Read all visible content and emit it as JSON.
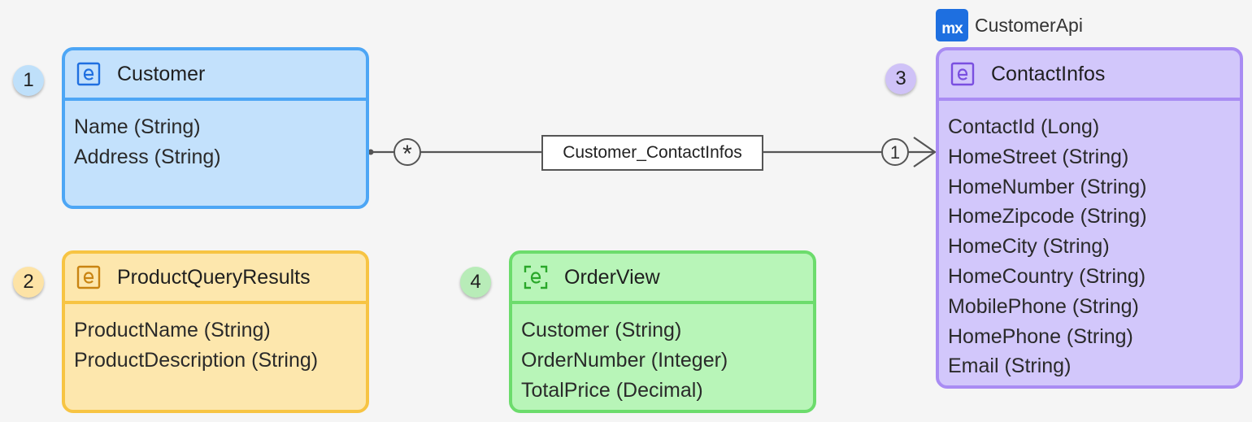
{
  "module": {
    "name": "CustomerApi",
    "logo_text": "mx",
    "logo_color": "#1e6fe0"
  },
  "badges": [
    "1",
    "2",
    "3",
    "4"
  ],
  "entities": {
    "customer": {
      "name": "Customer",
      "icon": "entity-icon",
      "colors": {
        "border": "#4da6f5",
        "fill": "#c3e1fc",
        "icon": "#1f6fe0"
      },
      "attributes": [
        "Name (String)",
        "Address (String)"
      ]
    },
    "product_query_results": {
      "name": "ProductQueryResults",
      "icon": "entity-icon",
      "colors": {
        "border": "#f7c443",
        "fill": "#fde7ad",
        "icon": "#c98412"
      },
      "attributes": [
        "ProductName (String)",
        "ProductDescription (String)"
      ]
    },
    "contact_infos": {
      "name": "ContactInfos",
      "icon": "entity-icon",
      "colors": {
        "border": "#a98cf3",
        "fill": "#d2c7fb",
        "icon": "#7a4fe0"
      },
      "attributes": [
        "ContactId (Long)",
        "HomeStreet (String)",
        "HomeNumber (String)",
        "HomeZipcode (String)",
        "HomeCity (String)",
        "HomeCountry (String)",
        "MobilePhone (String)",
        "HomePhone (String)",
        "Email (String)"
      ]
    },
    "order_view": {
      "name": "OrderView",
      "icon": "view-entity-icon",
      "colors": {
        "border": "#6cdc6c",
        "fill": "#b8f5b8",
        "icon": "#2aa72a"
      },
      "attributes": [
        "Customer (String)",
        "OrderNumber (Integer)",
        "TotalPrice (Decimal)"
      ]
    }
  },
  "association": {
    "name": "Customer_ContactInfos",
    "source_multiplicity": "*",
    "target_multiplicity": "1",
    "line_color": "#555555"
  }
}
